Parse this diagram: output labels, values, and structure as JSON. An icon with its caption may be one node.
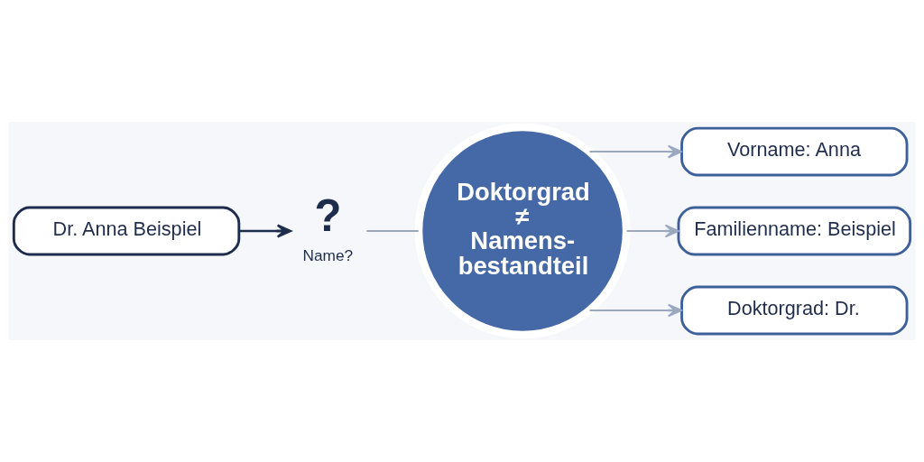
{
  "diagram": {
    "nodes": [
      {
        "text": [
          "Dr. Anna Beispiel"
        ]
      },
      {
        "text": [
          "?"
        ],
        "beside": [
          "Name?"
        ]
      },
      {
        "text": [
          "Doktorgrad ≠ Namens- bestandteil"
        ]
      },
      {
        "text": [
          "Vorname: Anna"
        ]
      },
      {
        "text": [
          "Familienname: Beispiel"
        ]
      },
      {
        "text": [
          "Doktorgrad: Dr."
        ]
      }
    ],
    "edges": [
      {
        "from": 0,
        "to": 1,
        "arrow": "to",
        "color": "#1f2d4d"
      },
      {
        "from": 1,
        "to": 2,
        "arrow": "none"
      },
      {
        "from": 2,
        "to": 3,
        "arrow": "to"
      },
      {
        "from": 2,
        "to": 4,
        "arrow": "to"
      },
      {
        "from": 2,
        "to": 5,
        "arrow": "to"
      }
    ]
  }
}
